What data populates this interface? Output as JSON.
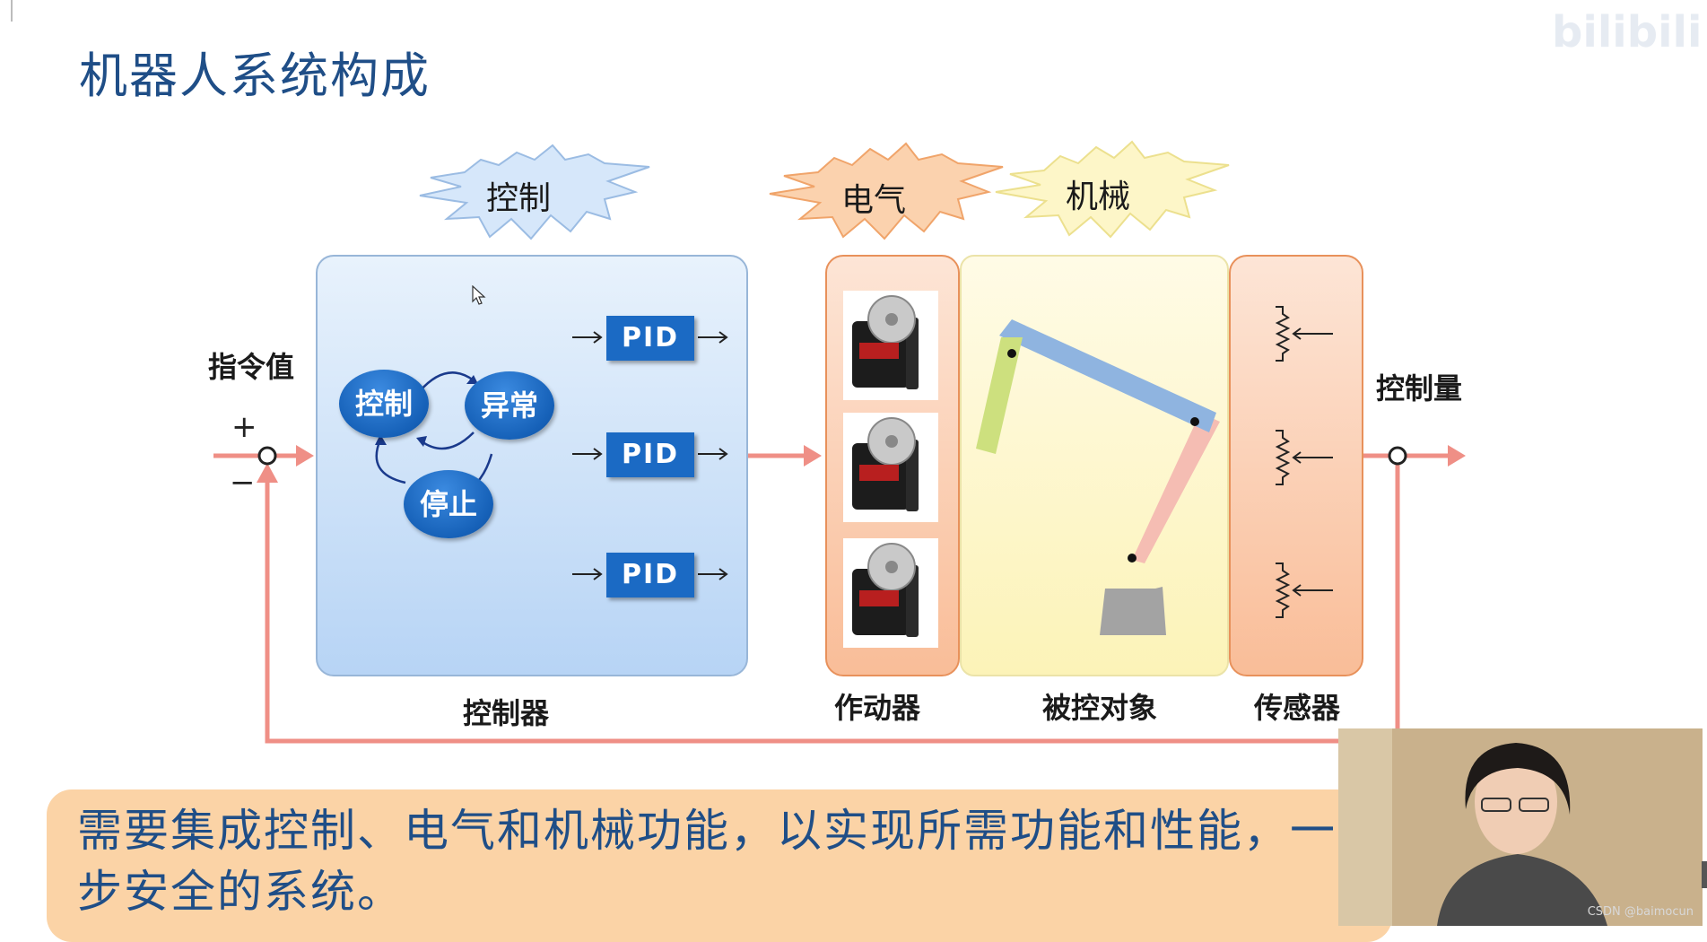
{
  "slide": {
    "title": "机器人系统构成",
    "watermark": "bilibili"
  },
  "bursts": {
    "control": "控制",
    "electric": "电气",
    "mechanical": "机械"
  },
  "labels": {
    "command": "指令值",
    "plus": "+",
    "minus": "−",
    "output": "控制量",
    "controller": "控制器",
    "actuator": "作动器",
    "plant": "被控对象",
    "sensor": "传感器"
  },
  "states": {
    "control": "控制",
    "abnormal": "异常",
    "stop": "停止"
  },
  "pid_blocks": [
    "PID",
    "PID",
    "PID"
  ],
  "banner": {
    "text": "需要集成控制、电气和机械功能，以实现所需功能和性能，一步安全的系统。"
  },
  "webcam": {
    "credit": "CSDN @baimocun"
  },
  "colors": {
    "title": "#1f4e87",
    "pid_blue": "#1b6ac4",
    "signal_line": "#ef8f86",
    "banner_bg": "#fbd3a6"
  }
}
